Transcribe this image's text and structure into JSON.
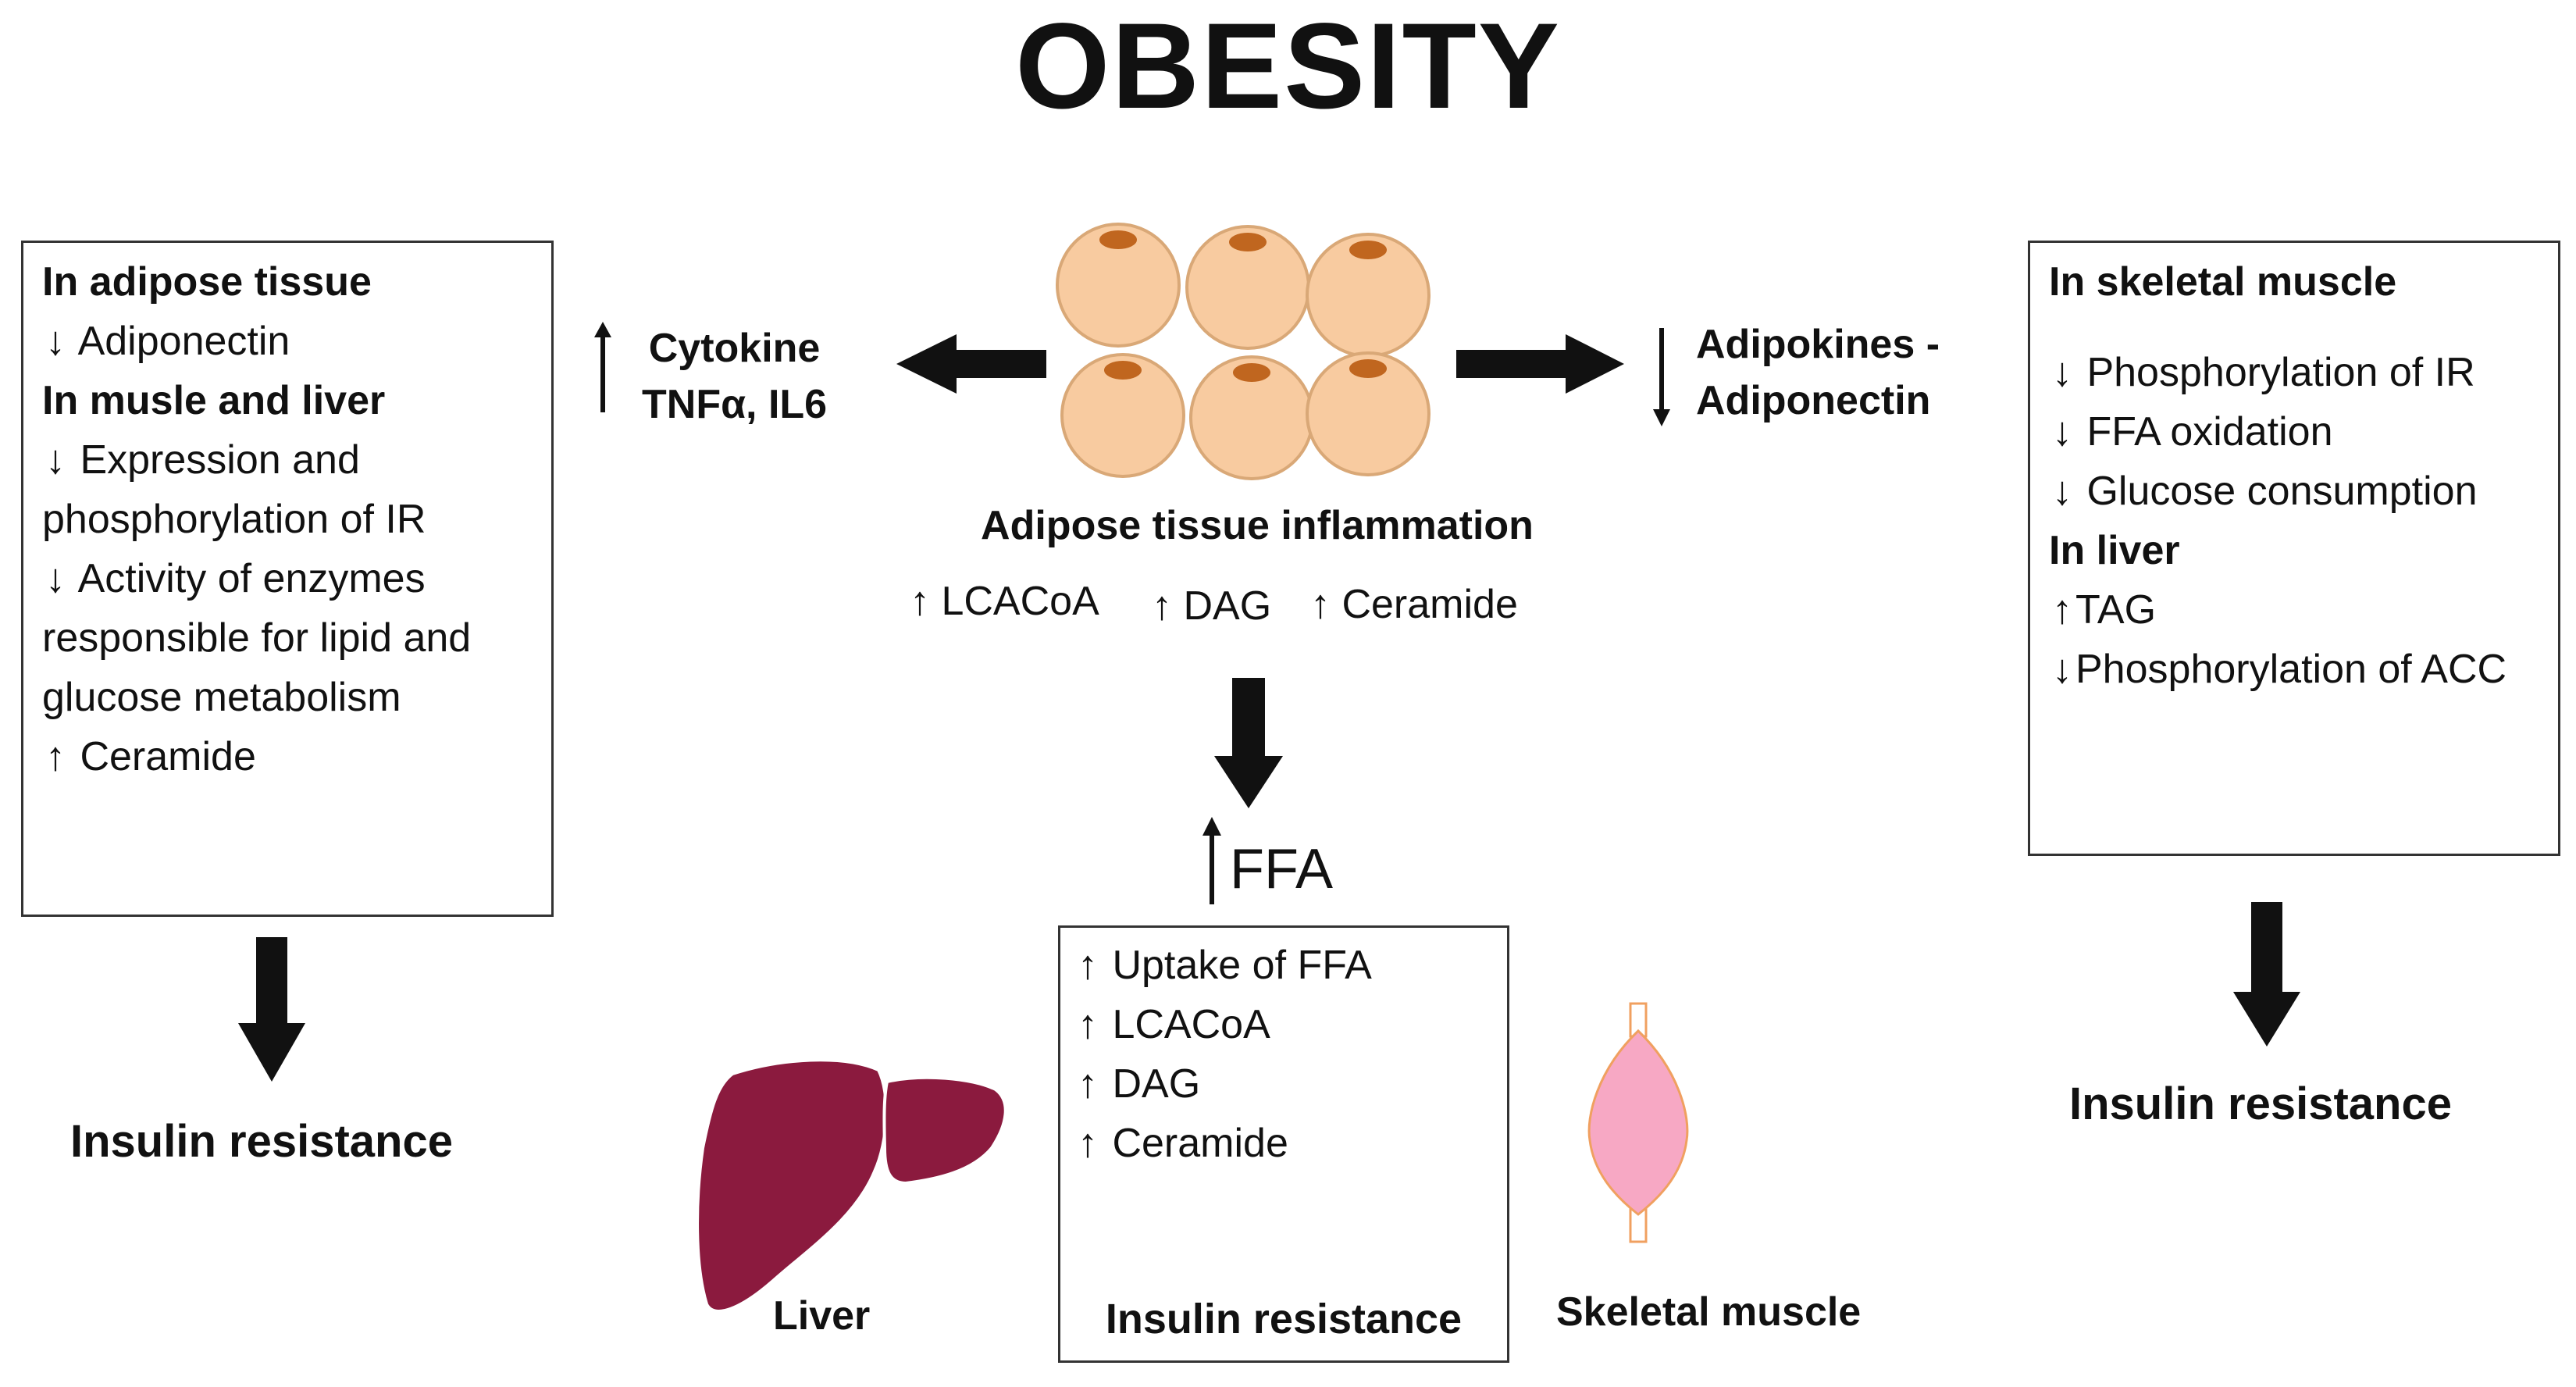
{
  "title": "OBESITY",
  "center": {
    "label": "Adipose tissue inflammation",
    "markers": [
      "LCACoA",
      "DAG",
      "Ceramide"
    ],
    "ffa_label": "FFA"
  },
  "cytokine": {
    "line1": "Cytokine",
    "line2": "TNFα, IL6"
  },
  "adipokines": {
    "line1": "Adipokines -",
    "line2": "Adiponectin"
  },
  "left_box": {
    "heading1": "In adipose tissue",
    "item1": "Adiponectin",
    "heading2": "In musle and liver",
    "item2_line1": "Expression and",
    "item2_line2": "phosphorylation of IR",
    "item3_line1": "Activity of enzymes",
    "item3_line2": "responsible for lipid and",
    "item3_line3": "glucose metabolism",
    "item4": "Ceramide"
  },
  "right_box": {
    "heading1": "In skeletal muscle",
    "items1": [
      "Phosphorylation of IR",
      "FFA oxidation",
      "Glucose consumption"
    ],
    "heading2": "In liver",
    "items2": [
      "TAG",
      "Phosphorylation of ACC"
    ]
  },
  "bottom_box": {
    "items": [
      "Uptake of FFA",
      "LCACoA",
      "DAG",
      "Ceramide"
    ],
    "outcome": "Insulin resistance"
  },
  "outcomes": {
    "left": "Insulin resistance",
    "right": "Insulin resistance"
  },
  "organs": {
    "liver": "Liver",
    "muscle": "Skeletal muscle"
  },
  "colors": {
    "cell_fill": "#f8cba0",
    "cell_stroke": "#d9a877",
    "nucleus": "#c0661f",
    "liver": "#8b1a3e",
    "muscle_fill": "#f7a8c4",
    "muscle_stroke": "#f0a060"
  }
}
